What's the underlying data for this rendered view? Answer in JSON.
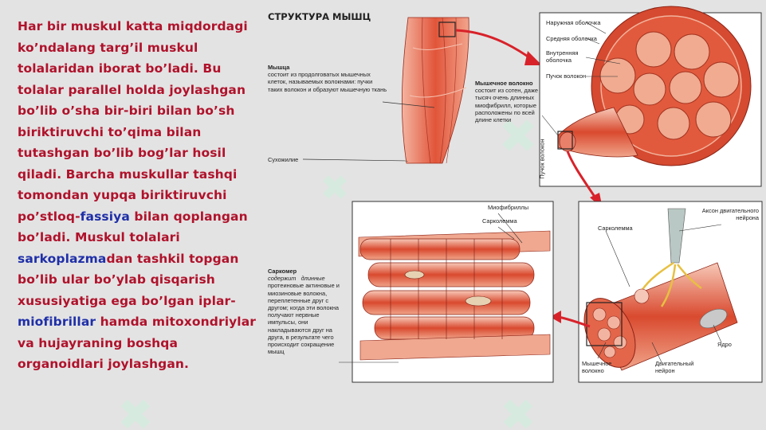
{
  "main_text": {
    "part1": "Har bir muskul katta miqdordagi ko’ndalang targ’il muskul tolalaridan iborat bo’ladi. Bu tolalar parallel holda joylashgan bo’lib o’sha bir-biri bilan bo’sh biriktiruvchi to’qima bilan tutashgan bo’lib bog’lar hosil qiladi. Barcha muskullar tashqi tomondan yupqa biriktiruvchi po’stloq-",
    "term1": "fassiya",
    "part2": " bilan qoplangan bo’ladi. Muskul tolalari ",
    "term2": "sarkoplazma",
    "part3": "dan tashkil topgan bo’lib ular bo’ylab qisqarish xususiyatiga ega bo’lgan iplar-",
    "term3": "miofibrillar",
    "part4": " hamda mitoxondriylar va hujayraning boshqa organoidlari joylashgan."
  },
  "figure": {
    "title": "СТРУКТУРА МЫШЦ",
    "muscle_label_title": "Мышца",
    "muscle_label_text": "состоит из продолговатых мышечных клеток, называемых волокнами: пучки таких волокон и образуют мышечную ткань",
    "tendon_label": "Сухожилие",
    "fiber_label_title": "Мышечное волокно",
    "fiber_label_text": "состоит из сотен, даже тысяч очень длинных миофибрилл, которые расположены по всей длине клетки",
    "outer_sheath": "Наружная оболочка",
    "middle_sheath": "Средняя оболочка",
    "inner_sheath": "Внутренняя оболочка",
    "fiber_bundle": "Пучок волокон",
    "fiber_bundle_vertical": "Пучок волокон",
    "myofibrils": "Миофибриллы",
    "sarcolemma_left": "Сарколемма",
    "sarcomere_title": "Саркомер",
    "sarcomere_sub1": "содержит",
    "sarcomere_sub2": "длинные",
    "sarcomere_text": "протеиновые актиновые и миозиновые волокна, переплетенные друг с другом; когда эти волокна получают нервные импульсы, они накладываются друг на друга, в результате чего происходит сокращение мышц",
    "sarcolemma_right": "Сарколемма",
    "axon_label": "Аксон двигательного нейрона",
    "nucleus_label": "Ядро",
    "muscle_fiber_label": "Мышечное волокно",
    "motor_neuron_label": "Двигательный нейрон"
  },
  "colors": {
    "text_red": "#b0122b",
    "text_blue": "#1f2fa8",
    "background": "#e3e3e3",
    "muscle_red": "#d8452b",
    "arrow_red": "#d8222a"
  }
}
